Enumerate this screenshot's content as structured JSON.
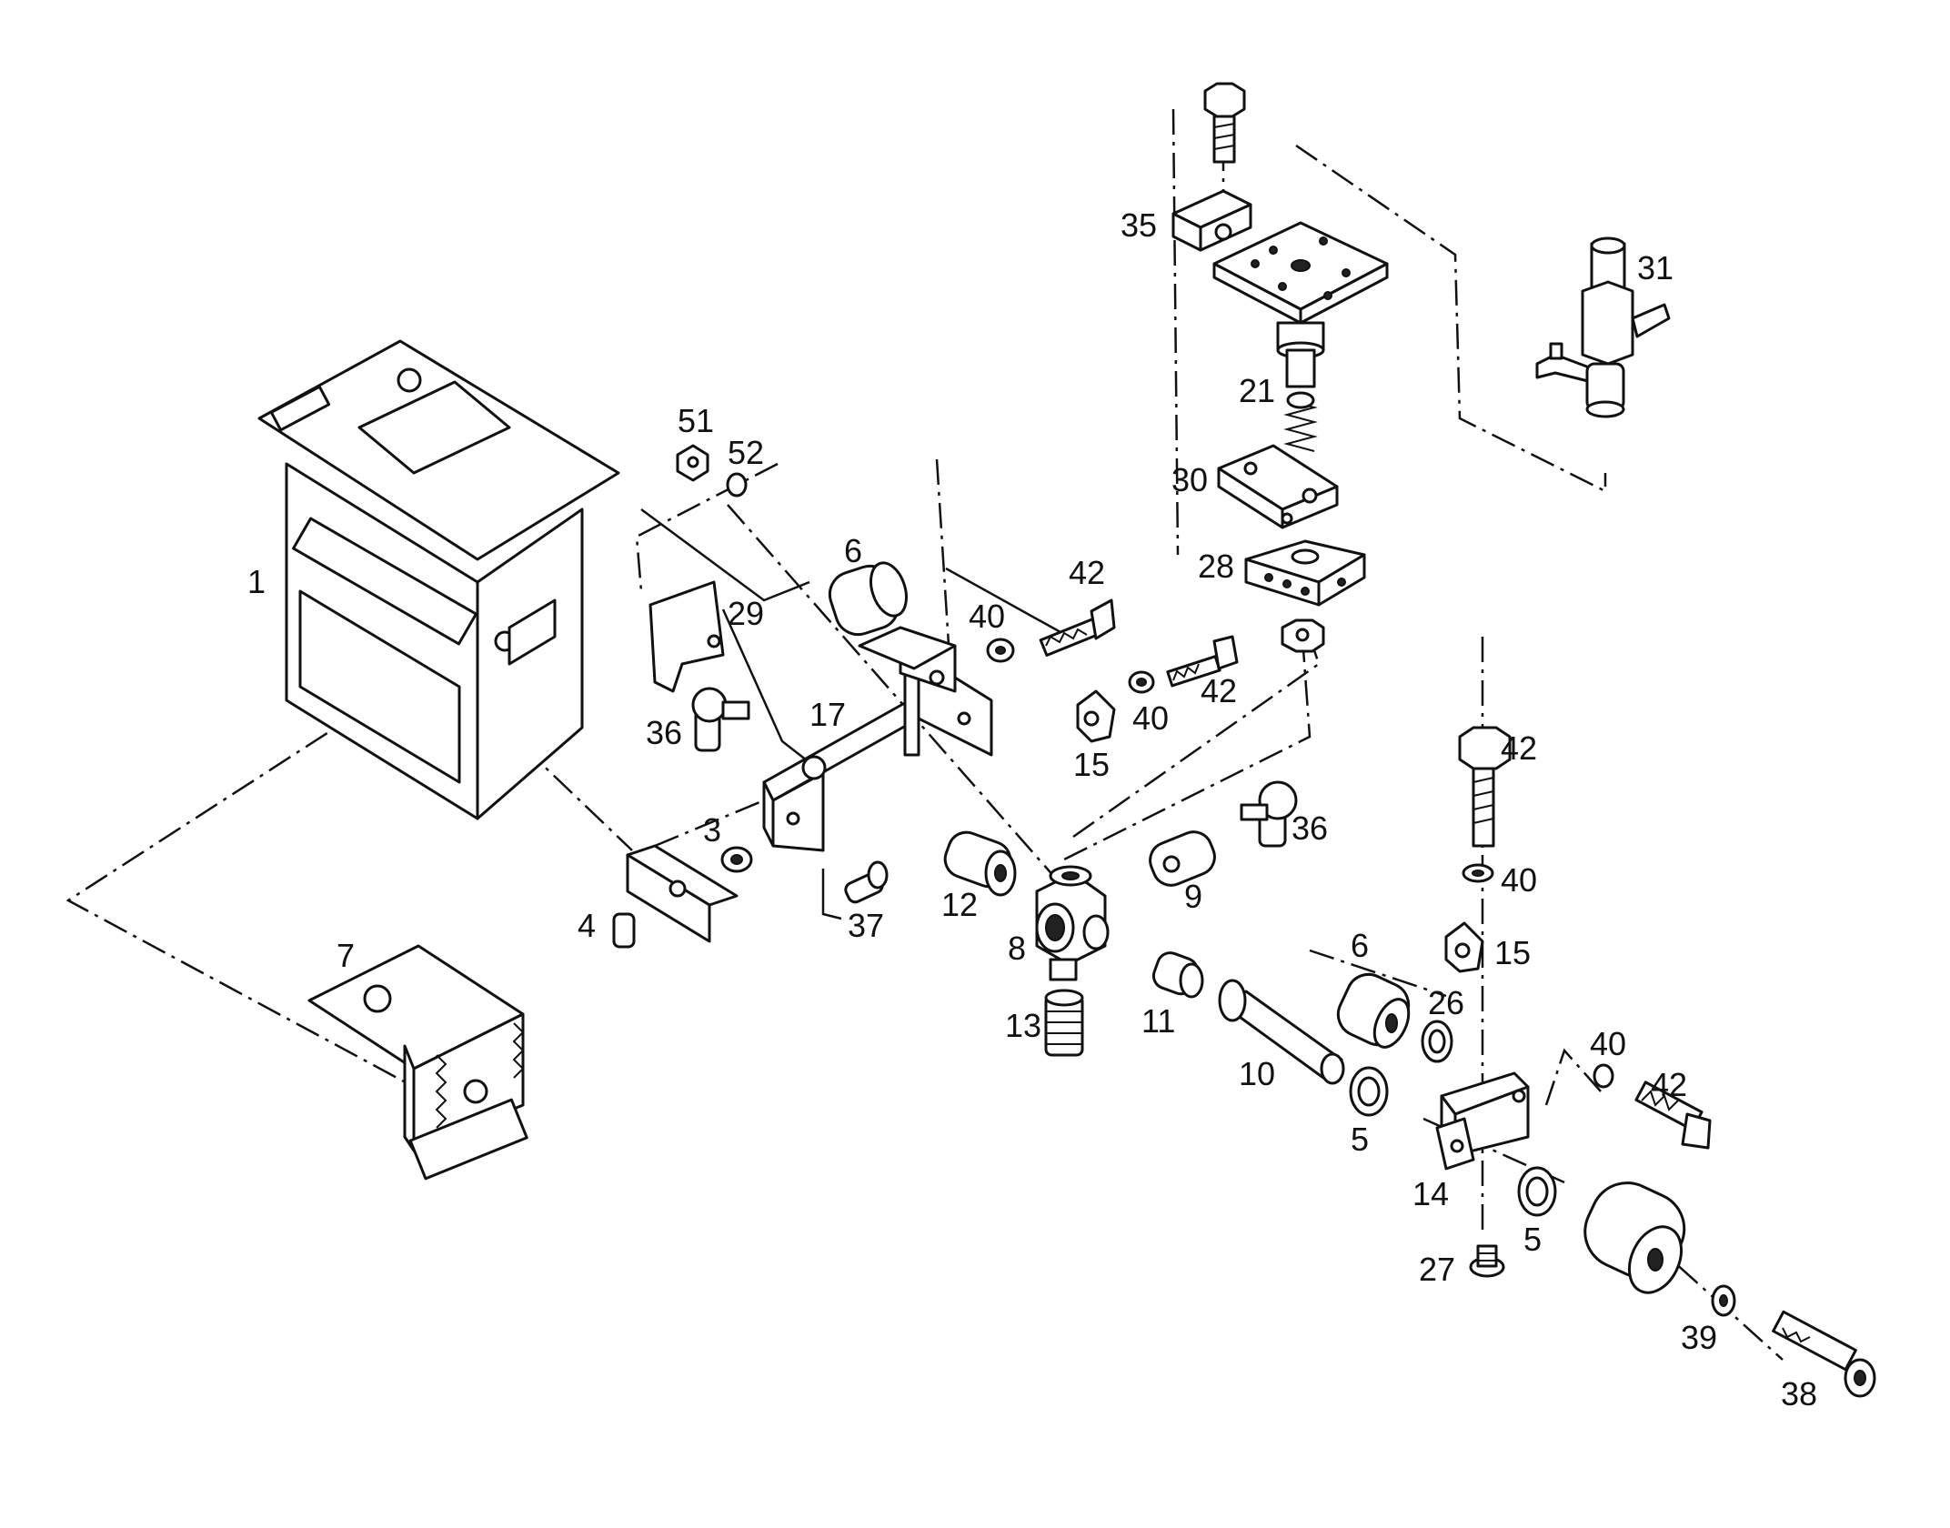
{
  "callouts": {
    "c1": "1",
    "c3": "3",
    "c4": "4",
    "c5a": "5",
    "c5b": "5",
    "c6a": "6",
    "c6b": "6",
    "c7": "7",
    "c8": "8",
    "c9": "9",
    "c10": "10",
    "c11": "11",
    "c12": "12",
    "c13": "13",
    "c14": "14",
    "c15a": "15",
    "c15b": "15",
    "c17": "17",
    "c21": "21",
    "c26": "26",
    "c27": "27",
    "c28": "28",
    "c29": "29",
    "c30": "30",
    "c31": "31",
    "c35": "35",
    "c36a": "36",
    "c36b": "36",
    "c37": "37",
    "c38": "38",
    "c39": "39",
    "c40a": "40",
    "c40b": "40",
    "c40c": "40",
    "c40d": "40",
    "c42a": "42",
    "c42b": "42",
    "c42c": "42",
    "c42d": "42",
    "c51": "51",
    "c52": "52"
  }
}
